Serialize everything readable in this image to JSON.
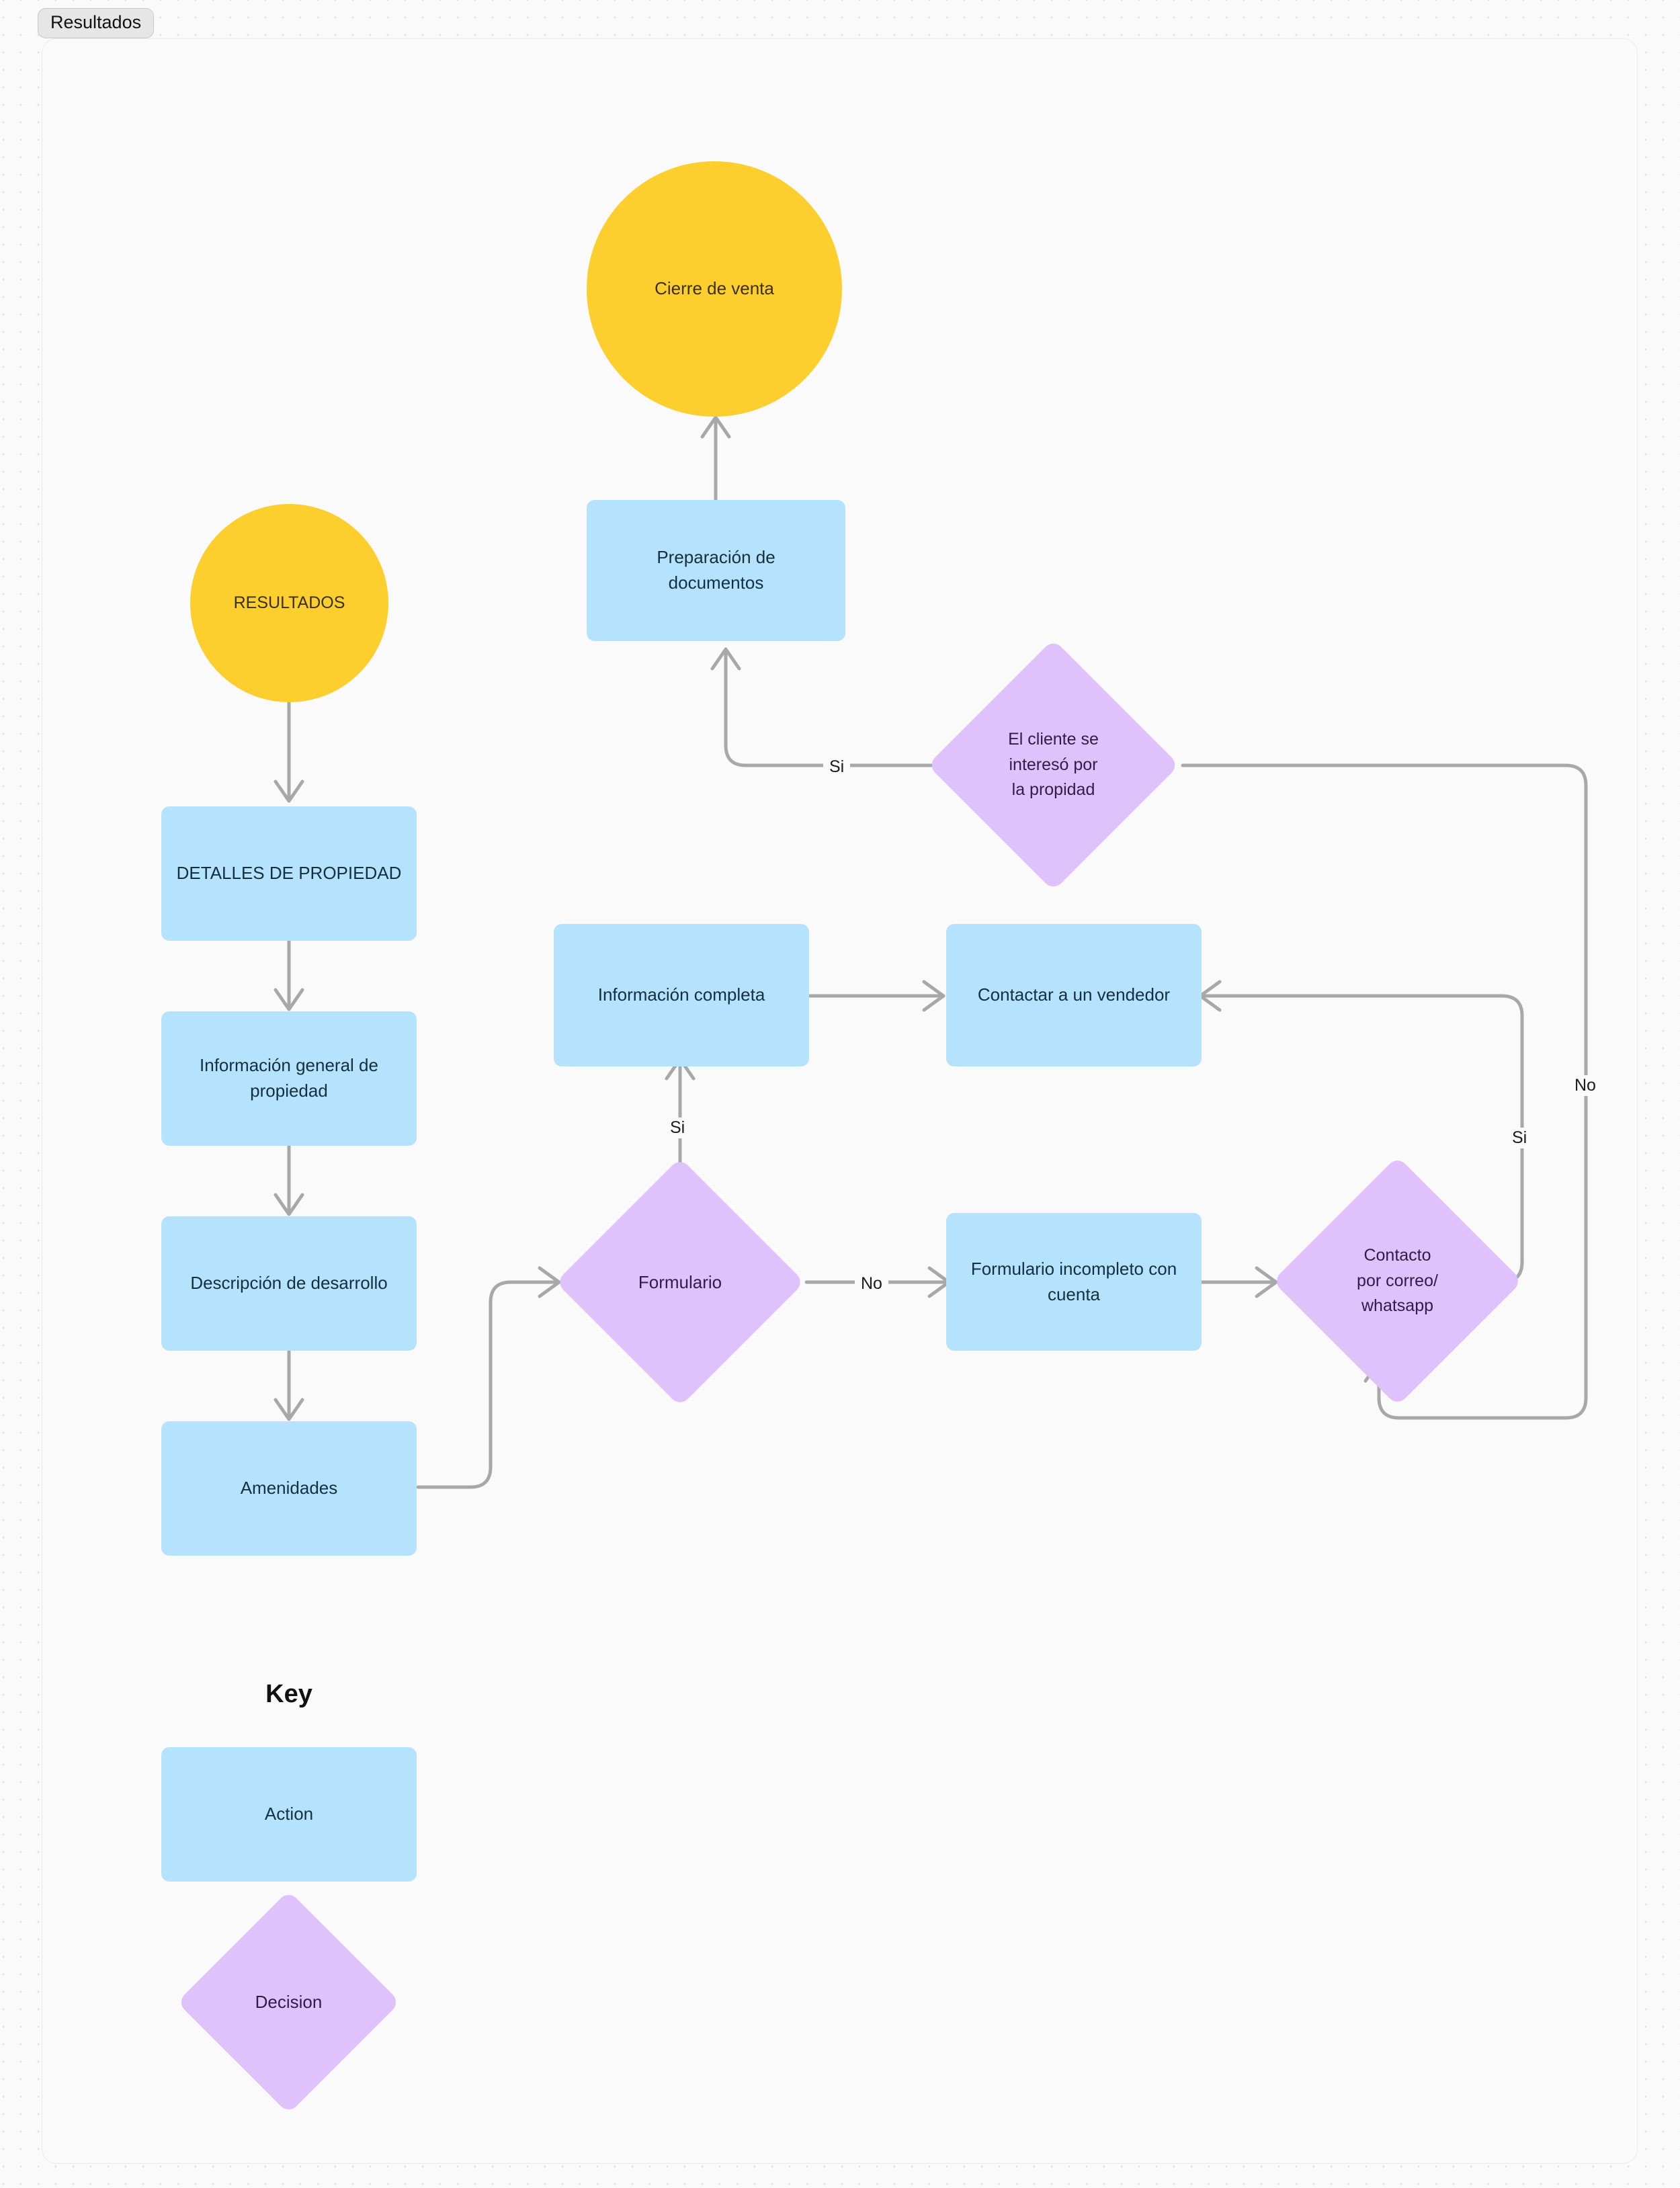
{
  "frame": {
    "label": "Resultados"
  },
  "nodes": {
    "cierre_de_venta": "Cierre de venta",
    "resultados": "RESULTADOS",
    "preparacion_documentos": "Preparación de\ndocumentos",
    "detalles_propiedad": "DETALLES DE PROPIEDAD",
    "informacion_general": "Información general de\npropiedad",
    "descripcion_desarrollo": "Descripción de desarrollo",
    "amenidades": "Amenidades",
    "informacion_completa": "Información completa",
    "contactar_vendedor": "Contactar a un vendedor",
    "formulario_incompleto": "Formulario incompleto con\ncuenta",
    "formulario": "Formulario",
    "contacto_correo_whatsapp": "Contacto\npor correo/\nwhatsapp",
    "cliente_intereso": "El cliente se\ninteresó por\nla propidad"
  },
  "edge_labels": {
    "intereso_si": "Si",
    "intereso_no": "No",
    "formulario_si": "Si",
    "formulario_no": "No",
    "contacto_si": "Si"
  },
  "key": {
    "title": "Key",
    "action_label": "Action",
    "decision_label": "Decision"
  },
  "colors": {
    "terminal": "#FCCE2E",
    "action": "#B5E2FC",
    "decision": "#DFC2FB",
    "edge": "#A8A8A8",
    "canvas": "#FAFAFA"
  }
}
